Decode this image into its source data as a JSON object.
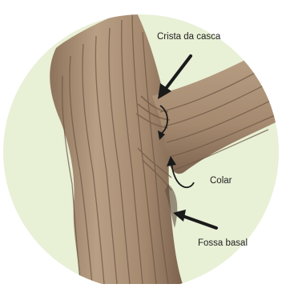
{
  "labels": {
    "crista": "Crista da casca",
    "colar": "Colar",
    "fossa": "Fossa basal"
  },
  "colors": {
    "background_circle": "#e8f0d6",
    "bark_light": "#b49a7e",
    "bark_mid": "#9c8066",
    "bark_dark": "#6e5744",
    "arrow": "#1a1a1a"
  }
}
